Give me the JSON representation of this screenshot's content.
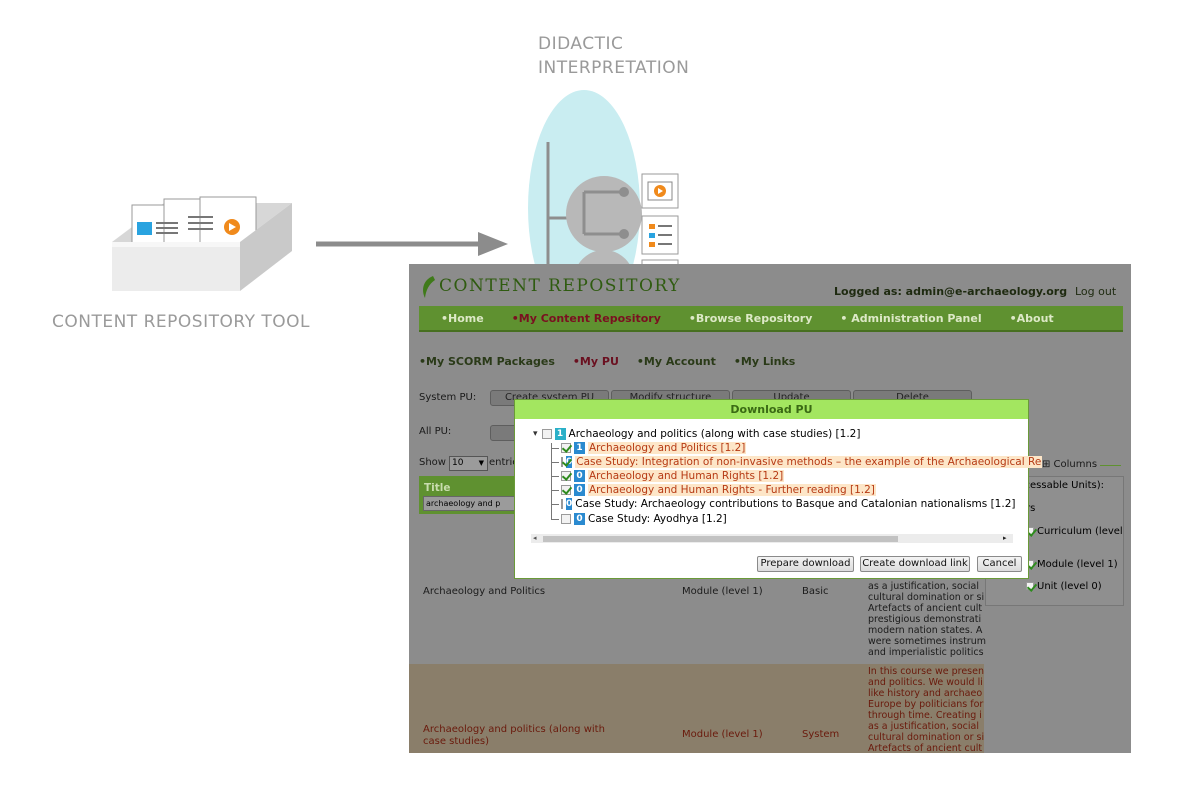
{
  "diagram": {
    "tool_label": "CONTENT REPOSITORY TOOL",
    "didactic_line1": "DIDACTIC",
    "didactic_line2": "INTERPRETATION"
  },
  "app": {
    "logo": "CONTENT REPOSITORY",
    "logged_as": "Logged as: admin@e-archaeology.org",
    "logout": "Log out",
    "main_nav": [
      "•Home",
      "•My Content Repository",
      "•Browse Repository",
      "• Administration Panel",
      "•About"
    ],
    "sub_nav": [
      "•My SCORM Packages",
      "•My PU",
      "•My Account",
      "•My Links"
    ],
    "system_pu_label": "System PU:",
    "system_pu_buttons": [
      "Create system PU",
      "Modify structure",
      "Update",
      "Delete"
    ],
    "all_pu_label": "All PU:",
    "show_label": "Show",
    "show_value": "10",
    "entries_label": "entrie",
    "title_header": "Title",
    "filter_value": "archaeology and p",
    "columns_toggle": "⊞ Columns",
    "columns_panel": {
      "heading": "ccessable Units):",
      "letters": "rs",
      "options": [
        "Curriculum (level",
        "Module (level 1)",
        "Unit (level 0)"
      ],
      "option_suffix": ")"
    },
    "rows": [
      {
        "title": "Archaeology and Politics",
        "level": "Module (level 1)",
        "type": "Basic",
        "description": [
          "as a justification, social",
          "cultural domination or si",
          "Artefacts of ancient cult",
          "prestigious demonstrati",
          "modern nation states. A",
          "were sometimes instrum",
          "and imperialistic politics"
        ]
      },
      {
        "title_line1": "Archaeology and politics (along with",
        "title_line2": "case studies)",
        "level": "Module (level 1)",
        "type": "System",
        "description": [
          "In this course we presen",
          "and politics. We would li",
          "like history and archaeo",
          "Europe by politicians for",
          "through time. Creating i",
          "as a justification, social",
          "cultural domination or si",
          "Artefacts of ancient cult"
        ]
      }
    ]
  },
  "dialog": {
    "title": "Download PU",
    "tree": [
      {
        "level": "1",
        "label": "Archaeology and politics (along with case studies) [1.2]",
        "checked": false,
        "highlight": false,
        "level_color": "#2ab0c8"
      },
      {
        "level": "1",
        "label": "Archaeology and Politics [1.2]",
        "checked": true,
        "highlight": true,
        "level_color": "#2a8ad0"
      },
      {
        "level": "0",
        "label": "Case Study: Integration of non-invasive methods – the example of the Archaeological Re",
        "checked": true,
        "highlight": true,
        "level_color": "#2a8ad0"
      },
      {
        "level": "0",
        "label": "Archaeology and Human Rights [1.2]",
        "checked": true,
        "highlight": true,
        "level_color": "#2a8ad0"
      },
      {
        "level": "0",
        "label": "Archaeology and Human Rights - Further reading [1.2]",
        "checked": true,
        "highlight": true,
        "level_color": "#2a8ad0"
      },
      {
        "level": "0",
        "label": "Case Study: Archaeology contributions to Basque and Catalonian nationalisms [1.2]",
        "checked": false,
        "highlight": false,
        "level_color": "#2a8ad0"
      },
      {
        "level": "0",
        "label": "Case Study: Ayodhya [1.2]",
        "checked": false,
        "highlight": false,
        "level_color": "#2a8ad0"
      }
    ],
    "buttons": {
      "prepare": "Prepare download",
      "create_link": "Create download link",
      "cancel": "Cancel"
    }
  }
}
